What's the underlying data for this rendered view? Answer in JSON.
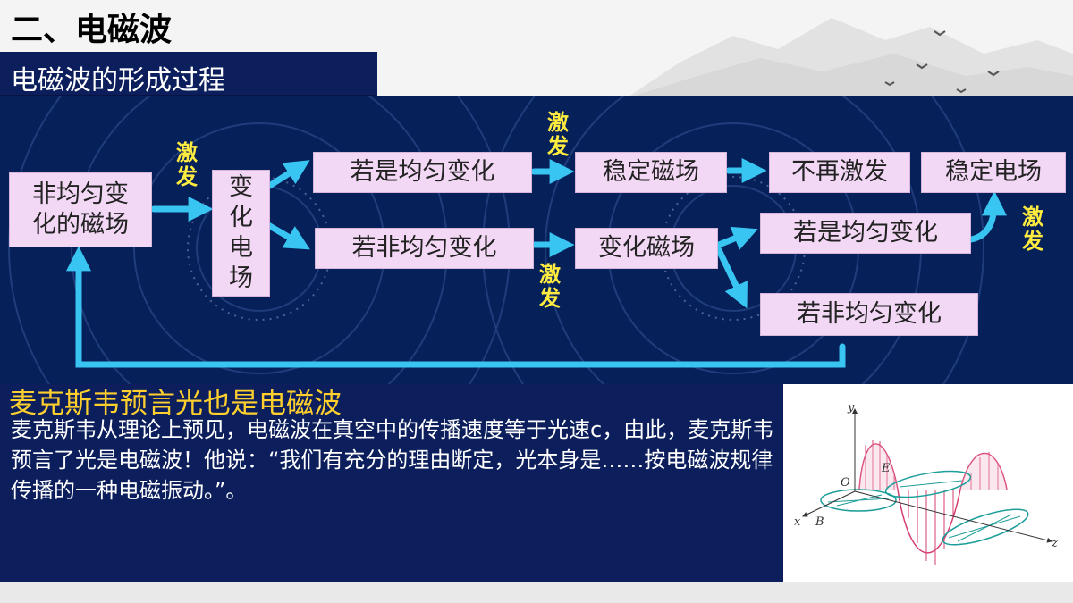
{
  "slide": {
    "title": "二、电磁波",
    "subtitle": "电磁波的形成过程"
  },
  "flow": {
    "nodes": {
      "non_uniform_magnetic": [
        "非均匀变",
        "化的磁场"
      ],
      "changing_electric": [
        "变",
        "化",
        "电",
        "场"
      ],
      "if_uniform_1": "若是均匀变化",
      "if_nonuniform_1": "若非均匀变化",
      "stable_magnetic": "稳定磁场",
      "changing_magnetic": "变化磁场",
      "no_more_excite": "不再激发",
      "stable_electric": "稳定电场",
      "if_uniform_2": "若是均匀变化",
      "if_nonuniform_2": "若非均匀变化"
    },
    "excite_label": [
      "激",
      "发"
    ]
  },
  "maxwell": {
    "title": "麦克斯韦预言光也是电磁波",
    "body": "麦克斯韦从理论上预见，电磁波在真空中的传播速度等于光速c，由此，麦克斯韦预言了光是电磁波！他说：“我们有充分的理由断定，光本身是……按电磁波规律传播的一种电磁振动。”。"
  },
  "wave_figure": {
    "axis_y": "y",
    "axis_x": "x",
    "axis_z": "z",
    "origin": "O",
    "field_e": "E",
    "field_b": "B"
  },
  "colors": {
    "panel": "#0c1f5c",
    "diagram_bg": "#06205a",
    "node_fill": "#f3d8f5",
    "arrow": "#39c5f2",
    "excite": "#ffec3f",
    "maxwell_title": "#ffcf2e",
    "e_field": "#d63f6e",
    "b_field": "#1e9e9a"
  }
}
